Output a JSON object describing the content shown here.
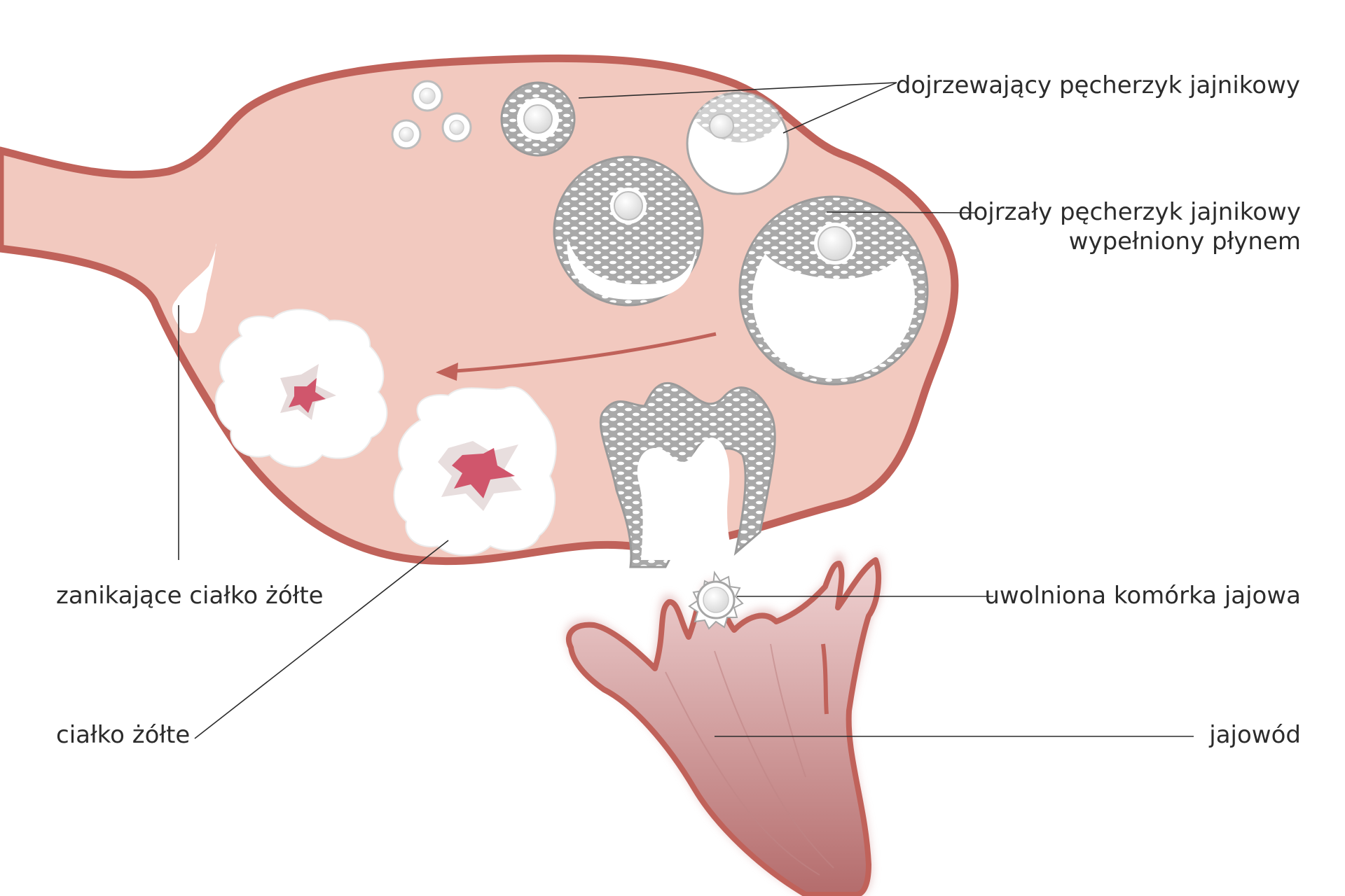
{
  "colors": {
    "ovary_fill": "#f2c9bf",
    "ovary_outline": "#c0625a",
    "follicle_grey": "#a6a6a6",
    "corpus_red": "#d0566c",
    "tube_fill": "#c78f8f",
    "text": "#2b2b2b"
  },
  "labels": {
    "maturing_follicle": "dojrzewający pęcherzyk jajnikowy",
    "mature_follicle_line1": "dojrzały pęcherzyk jajnikowy",
    "mature_follicle_line2": "wypełniony płynem",
    "degenerating_corpus_luteum": "zanikające ciałko żółte",
    "corpus_luteum": "ciałko żółte",
    "released_egg": "uwolniona komórka jajowa",
    "fallopian_tube": "jajowód"
  }
}
